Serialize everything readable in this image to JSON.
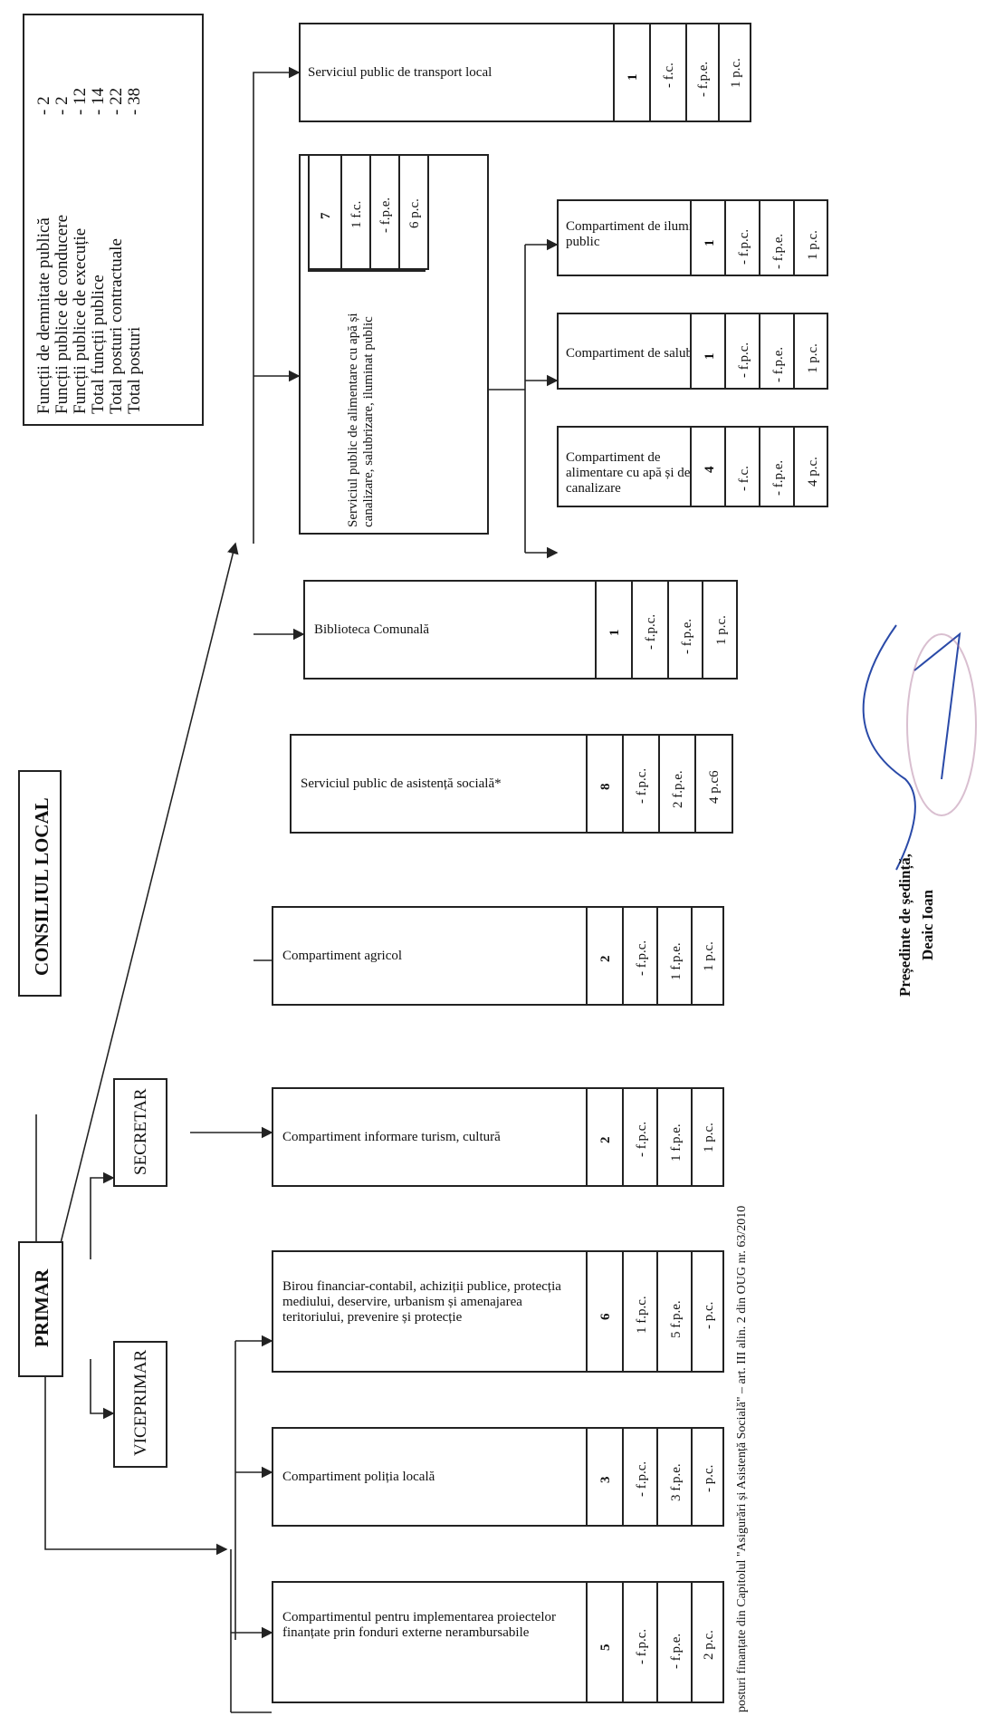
{
  "summary": {
    "rows": [
      {
        "label": "Funcții de demnitate publică",
        "value": "- 2"
      },
      {
        "label": "Funcții publice de conducere",
        "value": "- 2"
      },
      {
        "label": "Funcții publice de execuție",
        "value": "- 12"
      },
      {
        "label": "Total funcții publice",
        "value": "- 14"
      },
      {
        "label": "Total posturi contractuale",
        "value": "- 22"
      },
      {
        "label": "Total posturi",
        "value": "- 38"
      }
    ]
  },
  "nodes": {
    "consiliu": "CONSILIUL LOCAL",
    "primar": "PRIMAR",
    "secretar": "SECRETAR",
    "viceprimar": "VICEPRIMAR"
  },
  "departments": [
    {
      "name": "Serviciul public de transport local",
      "cells": [
        "1",
        "- f.c.",
        "- f.p.e.",
        "1 p.c."
      ]
    },
    {
      "name": "Serviciul public de alimentare cu apă și canalizare, salubrizare, iluminat public",
      "cells": [
        "7",
        "1 f.c.",
        "- f.p.e.",
        "6 p.c."
      ]
    },
    {
      "name": "Compartiment de iluminat public",
      "cells": [
        "1",
        "- f.p.c.",
        "- f.p.e.",
        "1 p.c."
      ]
    },
    {
      "name": "Compartiment de salubrizare",
      "cells": [
        "1",
        "- f.p.c.",
        "- f.p.e.",
        "1 p.c."
      ]
    },
    {
      "name": "Compartiment de alimentare cu apă și de canalizare",
      "cells": [
        "4",
        "- f.c.",
        "- f.p.e.",
        "4 p.c."
      ]
    },
    {
      "name": "Biblioteca Comunală",
      "cells": [
        "1",
        "- f.p.c.",
        "- f.p.e.",
        "1 p.c."
      ]
    },
    {
      "name": "Serviciul public de asistență socială*",
      "cells": [
        "8",
        "- f.p.c.",
        "2 f.p.e.",
        "4 p.c6"
      ]
    },
    {
      "name": "Compartiment agricol",
      "cells": [
        "2",
        "- f.p.c.",
        "1 f.p.e.",
        "1 p.c."
      ]
    },
    {
      "name": "Compartiment informare turism, cultură",
      "cells": [
        "2",
        "- f.p.c.",
        "1 f.p.e.",
        "1 p.c."
      ]
    },
    {
      "name": "Birou financiar-contabil, achiziții publice, protecția mediului, deservire, urbanism și amenajarea teritoriului, prevenire și protecție",
      "cells": [
        "6",
        "1 f.p.c.",
        "5 f.p.e.",
        "- p.c."
      ]
    },
    {
      "name": "Compartiment poliția locală",
      "cells": [
        "3",
        "- f.p.c.",
        "3 f.p.e.",
        "- p.c."
      ]
    },
    {
      "name": "Compartimentul pentru implementarea proiectelor finanțate prin fonduri externe nerambursabile",
      "cells": [
        "5",
        "- f.p.c.",
        "- f.p.e.",
        "2 p.c."
      ]
    }
  ],
  "footnote": "posturi finanțate din Capitolul \"Asigurări și Asistență Socială\" – art. III alin. 2 din OUG nr. 63/2010",
  "signature": {
    "title": "Președinte de ședință,",
    "name": "Deaic Ioan"
  }
}
